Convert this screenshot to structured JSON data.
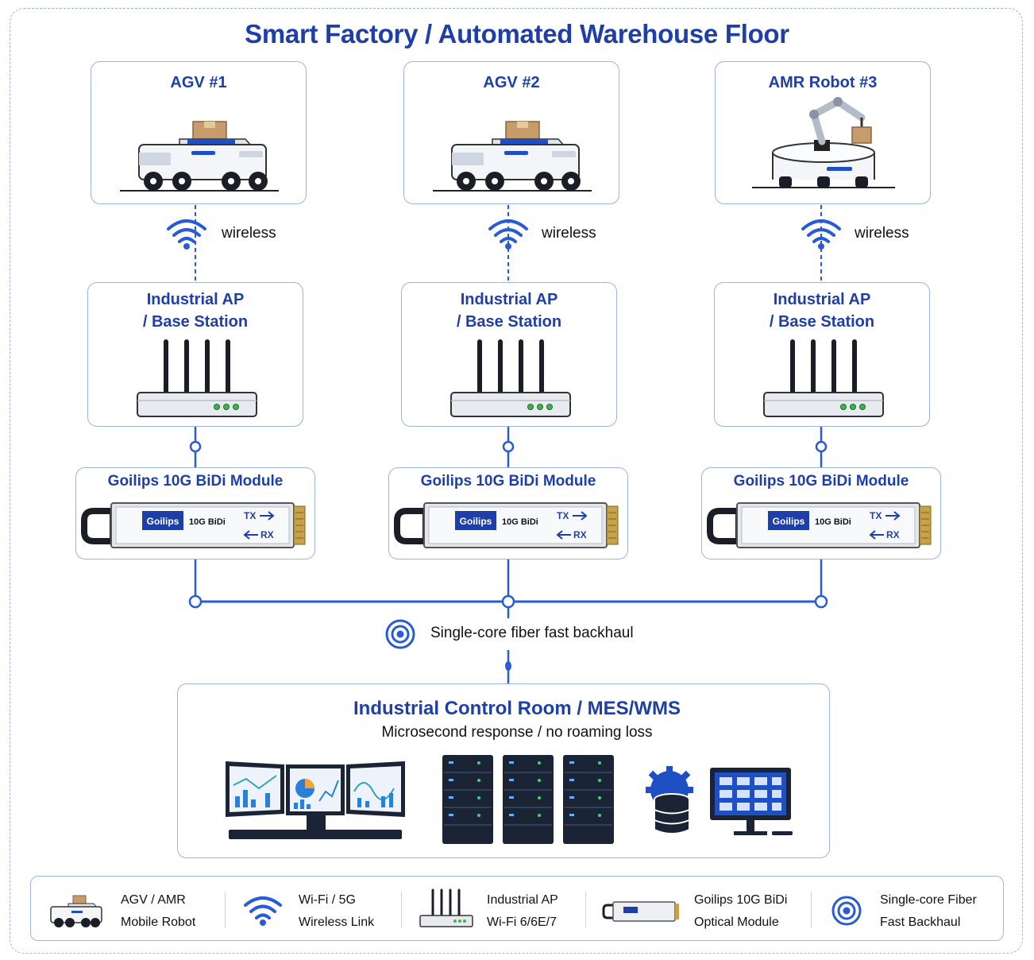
{
  "title": "Smart Factory / Automated Warehouse Floor",
  "vehicles": [
    {
      "label": "AGV #1",
      "type": "agv"
    },
    {
      "label": "AGV #2",
      "type": "agv"
    },
    {
      "label": "AMR Robot #3",
      "type": "amr"
    }
  ],
  "wireless_label": "wireless",
  "ap": {
    "line1": "Industrial AP",
    "line2": "/ Base Station"
  },
  "module": {
    "title": "Goilips 10G BiDi Module",
    "brand": "Goilips",
    "model": "10G BiDi",
    "tx": "TX",
    "rx": "RX"
  },
  "backhaul_label": "Single-core fiber fast backhaul",
  "control_room": {
    "title": "Industrial Control Room / MES/WMS",
    "subtitle": "Microsecond response / no roaming loss"
  },
  "legend": [
    {
      "icon": "agv-icon",
      "line1": "AGV / AMR",
      "line2": "Mobile Robot"
    },
    {
      "icon": "wifi-icon",
      "line1": "Wi-Fi / 5G",
      "line2": "Wireless Link"
    },
    {
      "icon": "router-icon",
      "line1": "Industrial AP",
      "line2": "Wi-Fi 6/6E/7"
    },
    {
      "icon": "sfp-module-icon",
      "line1": "Goilips 10G BiDi",
      "line2": "Optical Module"
    },
    {
      "icon": "fiber-target-icon",
      "line1": "Single-core Fiber",
      "line2": "Fast Backhaul"
    }
  ],
  "colors": {
    "accent": "#1f3fa8",
    "line": "#2a5bd7",
    "border": "#9db3e0"
  }
}
